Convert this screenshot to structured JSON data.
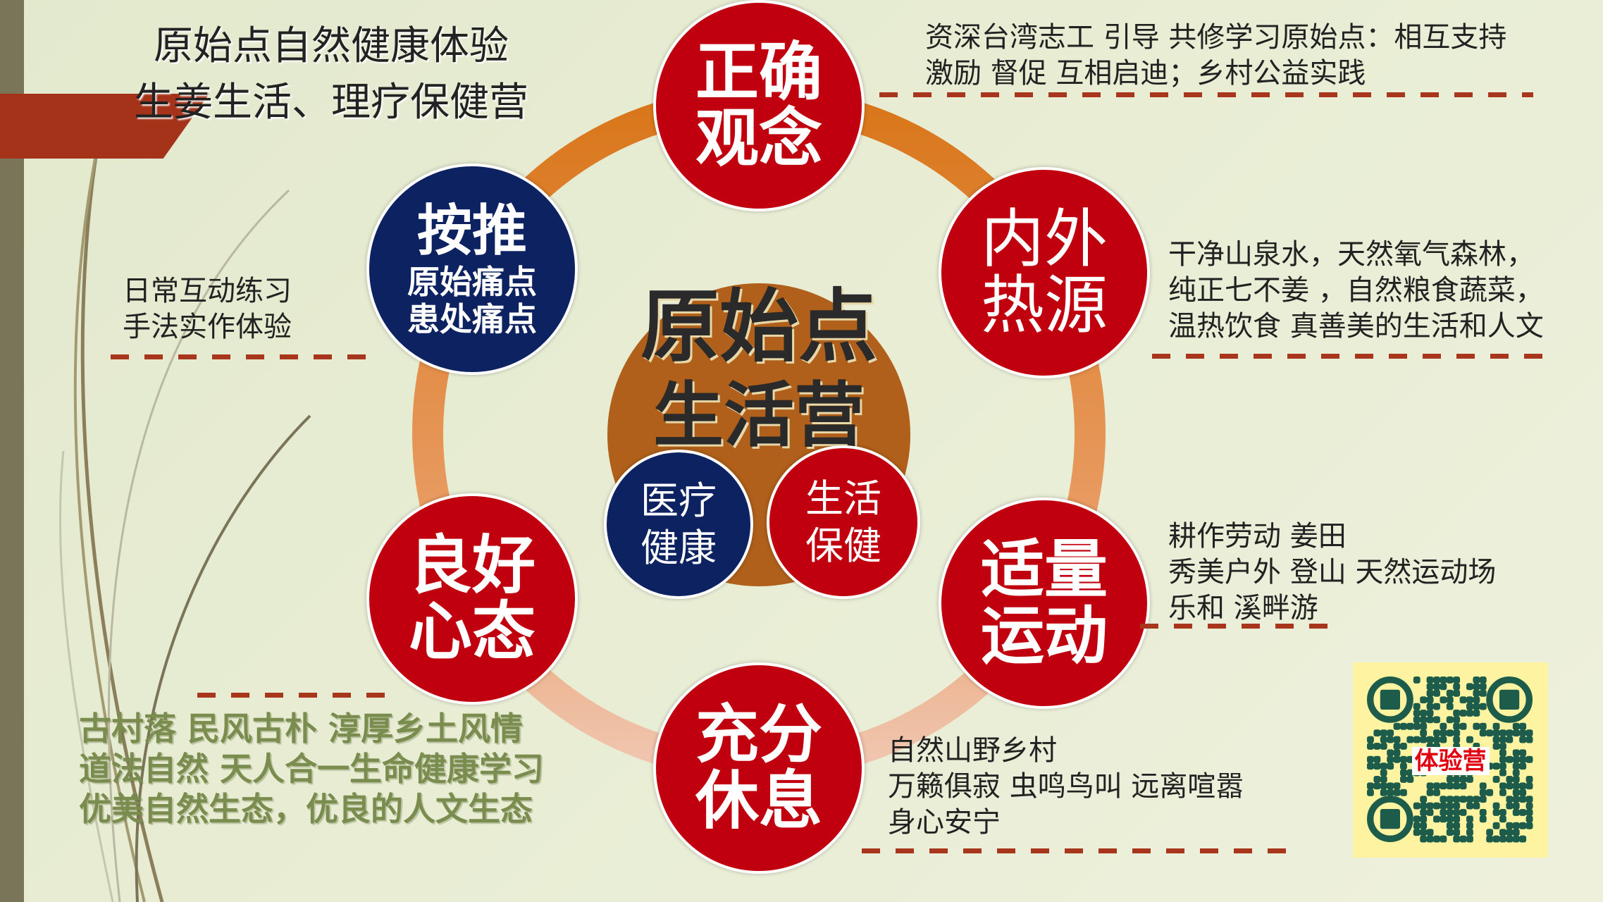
{
  "title": {
    "line1": "原始点自然健康体验",
    "line2": "生姜生活、理疗保健营"
  },
  "center": {
    "line1": "原始点",
    "line2": "生活营",
    "left_sub": [
      "医疗",
      "健康"
    ],
    "right_sub": [
      "生活",
      "保健"
    ]
  },
  "nodes": {
    "top": [
      "正确",
      "观念"
    ],
    "right_upper": [
      "内外",
      "热源"
    ],
    "right_lower": [
      "适量",
      "运动"
    ],
    "bottom": [
      "充分",
      "休息"
    ],
    "left_lower": [
      "良好",
      "心态"
    ],
    "left_upper": {
      "title": "按推",
      "lines": [
        "原始痛点",
        "患处痛点"
      ]
    }
  },
  "descriptions": {
    "top": [
      "资深台湾志工 引导 共修学习原始点：相互支持",
      "激励 督促 互相启迪；乡村公益实践"
    ],
    "right_upper": [
      "干净山泉水，天然氧气森林，",
      "纯正七不姜 ，自然粮食蔬菜，",
      "温热饮食 真善美的生活和人文"
    ],
    "right_lower": [
      "耕作劳动 姜田",
      "秀美户外 登山 天然运动场",
      "乐和 溪畔游"
    ],
    "bottom": [
      "自然山野乡村",
      "万籁俱寂 虫鸣鸟叫 远离喧嚣",
      "身心安宁"
    ],
    "left_upper": [
      "日常互动练习",
      "手法实作体验"
    ],
    "left_lower": [
      "古村落 民风古朴 淳厚乡土风情",
      "道法自然 天人合一生命健康学习",
      "优美自然生态，优良的人文生态"
    ]
  },
  "qr": {
    "label": "体验营"
  },
  "colors": {
    "red": "#c0000e",
    "navy": "#0d2260",
    "brown": "#b0601a",
    "qr_green": "#1d5c4a",
    "qr_bg": "#fdf3a0"
  }
}
